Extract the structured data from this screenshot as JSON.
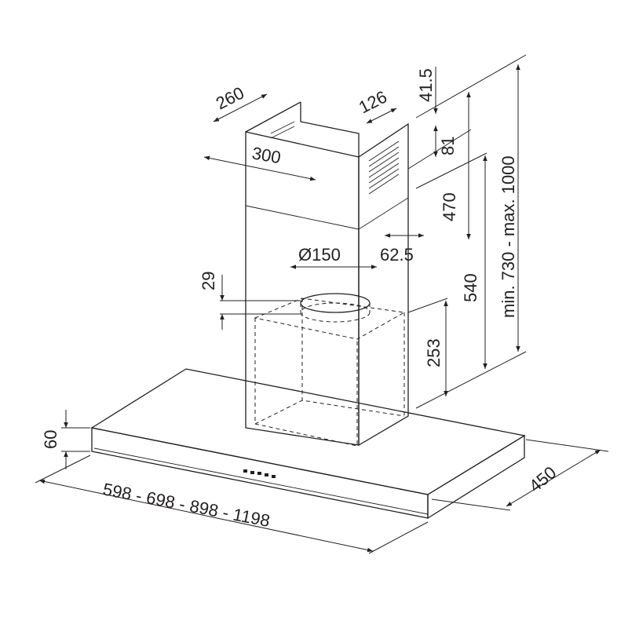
{
  "drawing": {
    "line_color": "#231f20",
    "background": "#ffffff",
    "dimensions": {
      "chimney_depth": "260",
      "chimney_width": "300",
      "outlet_offset": "126",
      "top_offset": "41.5",
      "vent_height": "81",
      "upper_chimney": "470",
      "vent_offset": "62.5",
      "duct_diameter": "Ø150",
      "collar_height": "29",
      "lower_chimney": "540",
      "motor_height": "253",
      "total_height": "min. 730 - max. 1000",
      "canopy_height": "60",
      "widths": "598 - 698 - 898 - 1198",
      "canopy_depth": "450"
    }
  }
}
